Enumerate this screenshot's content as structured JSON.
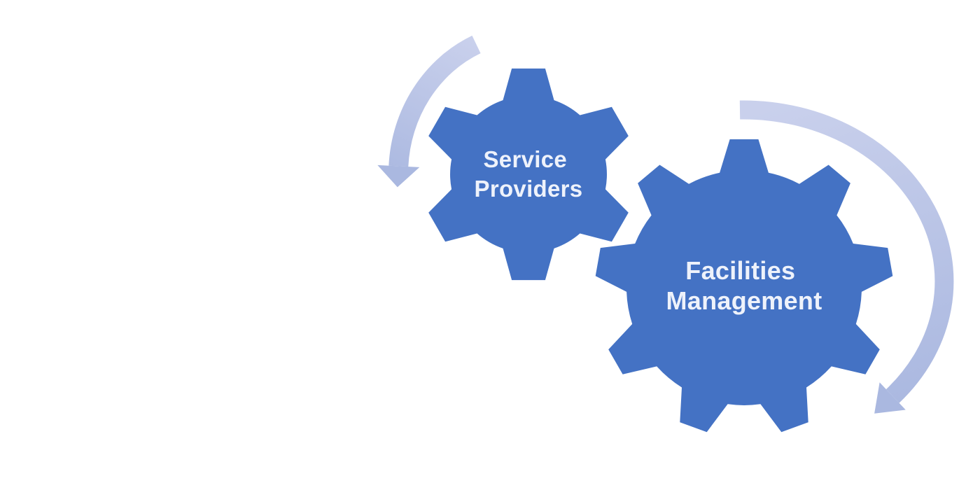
{
  "diagram": {
    "background_color": "#ffffff",
    "gear_color": "#4472c4",
    "label_color": "#eef2fb",
    "arrow_gradient_start": "#c9d0ec",
    "arrow_gradient_end": "#aab8e0",
    "gears": [
      {
        "name": "service-providers",
        "label_line1": "Service",
        "label_line2": "Providers",
        "teeth": 6,
        "rotation_arrow": "counterclockwise"
      },
      {
        "name": "facilities-management",
        "label_line1": "Facilities",
        "label_line2": "Management",
        "teeth": 9,
        "rotation_arrow": "clockwise"
      }
    ]
  }
}
